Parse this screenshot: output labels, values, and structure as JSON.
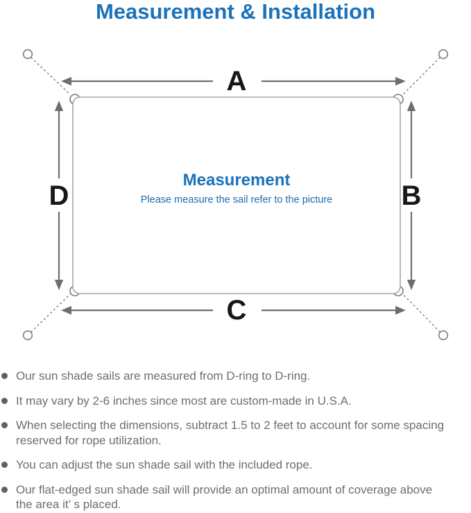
{
  "title": "Measurement & Installation",
  "diagram": {
    "labels": {
      "top": "A",
      "right": "B",
      "bottom": "C",
      "left": "D"
    },
    "center_heading": "Measurement",
    "center_subtitle": "Please measure the sail refer to the picture"
  },
  "notes": {
    "items": [
      {
        "text": "Our sun shade sails are measured from D-ring to D-ring."
      },
      {
        "text": "It may vary by 2-6 inches since most are custom-made in U.S.A."
      },
      {
        "text": "When selecting the dimensions, subtract 1.5 to 2 feet to account for some spacing\nreserved for rope utilization."
      },
      {
        "text": "You can adjust the sun shade sail with the included rope."
      },
      {
        "text": "Our flat-edged sun shade sail will provide an optimal amount of coverage above\nthe area it’ s placed."
      }
    ]
  },
  "colors": {
    "accent_blue": "#1b72ba",
    "subtitle_blue": "#1b6cb0",
    "arrow_gray": "#6e6e6e",
    "outline_gray": "#a6a6a6",
    "note_text_gray": "#6d6d6d",
    "label_black": "#171717"
  }
}
